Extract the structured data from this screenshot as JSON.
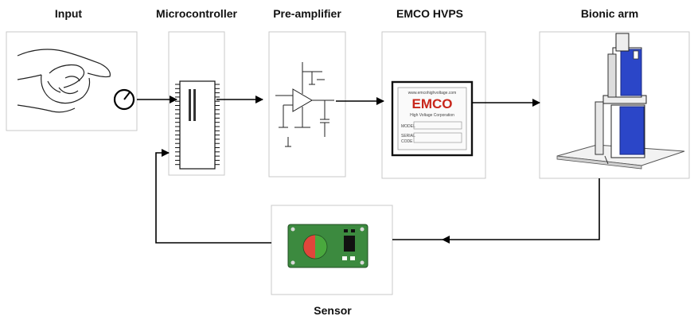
{
  "labels": {
    "input": "Input",
    "microcontroller": "Microcontroller",
    "preamplifier": "Pre-amplifier",
    "hvps": "EMCO HVPS",
    "bionic_arm": "Bionic arm",
    "sensor": "Sensor"
  },
  "hvps_device": {
    "url": "www.emcohighvoltage.com",
    "brand": "EMCO",
    "tagline": "High Voltage Corporation",
    "field_model": "MODEL",
    "field_serial": "SERIAL",
    "field_code": "CODE"
  },
  "colors": {
    "arm_segment": "#2b46c8",
    "sensor_board": "#3c8a3f",
    "sensor_red": "#e0463b",
    "sensor_green": "#49a83d",
    "hvps_red": "#c8261b"
  },
  "icons": [
    "hand-icon",
    "knob-icon",
    "chip-icon",
    "opamp-schematic-icon",
    "hvps-box-icon",
    "arm-icon",
    "sensor-board-icon"
  ]
}
